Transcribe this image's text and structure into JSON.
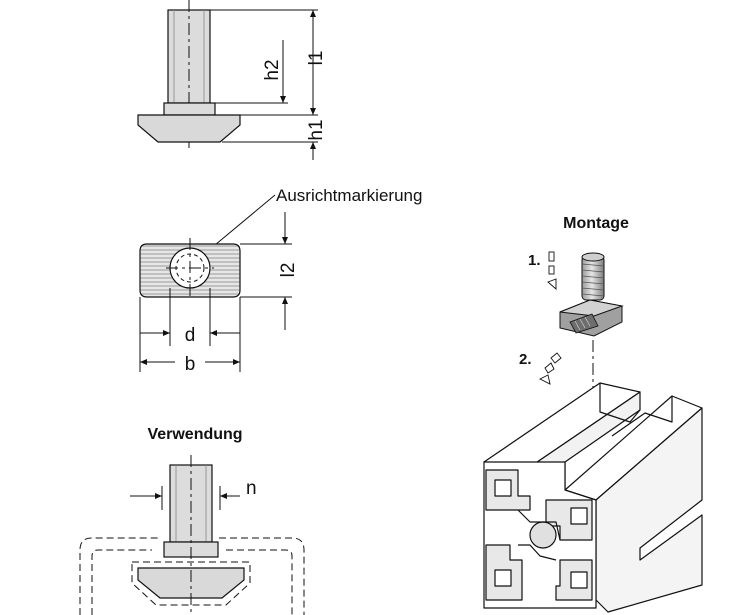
{
  "labels": {
    "h2": "h2",
    "h1": "h1",
    "l1": "l1",
    "l2": "l2",
    "alignment_mark": "Ausrichtmarkierung",
    "d": "d",
    "b": "b",
    "usage_title": "Verwendung",
    "n": "n",
    "mounting_title": "Montage",
    "step1": "1.",
    "step2": "2."
  },
  "colors": {
    "line": "#111111",
    "part_fill": "#d9d9d9",
    "profile_fill": "#ffffff"
  }
}
